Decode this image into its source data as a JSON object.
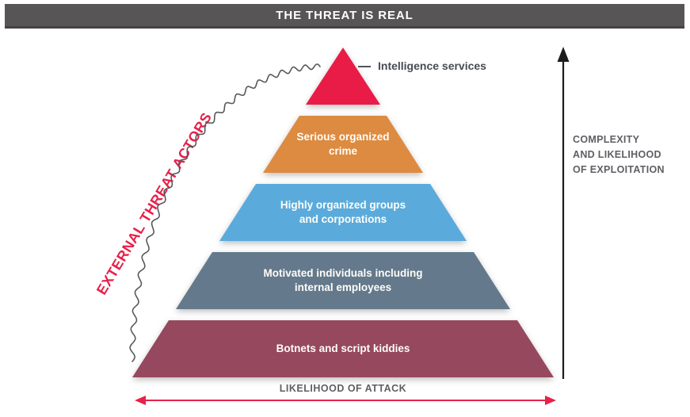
{
  "title_bar": {
    "title": "THE THREAT IS REAL",
    "background_color": "#575556",
    "text_color": "#ffffff"
  },
  "pyramid": {
    "layers": [
      {
        "name": "intelligence-services",
        "label": "Intelligence services",
        "color": "#e81c47",
        "label_placement": "callout-right"
      },
      {
        "name": "serious-organized-crime",
        "label": "Serious organized\ncrime",
        "color": "#dd8b41",
        "label_placement": "inside"
      },
      {
        "name": "highly-organized-groups",
        "label": "Highly organized groups\nand corporations",
        "color": "#5aabdc",
        "label_placement": "inside"
      },
      {
        "name": "motivated-individuals",
        "label": "Motivated individuals including\ninternal employees",
        "color": "#64798c",
        "label_placement": "inside"
      },
      {
        "name": "botnets-script-kiddies",
        "label": "Botnets and script kiddies",
        "color": "#96485e",
        "label_placement": "inside"
      }
    ]
  },
  "annotations": {
    "external_threat_actors": {
      "label": "EXTERNAL THREAT ACTORS",
      "color": "#e8204a",
      "style": "rotated-with-squiggle-brace"
    },
    "vertical_axis": {
      "label": "COMPLEXITY\nAND LIKELIHOOD\nOF EXPLOITATION",
      "direction": "up",
      "arrow_color": "#1c1c1c"
    },
    "horizontal_axis": {
      "label": "LIKELIHOOD OF ATTACK",
      "direction": "both",
      "arrow_color": "#e8204a"
    }
  },
  "icons": {
    "squiggle_line": "squiggle-brace-line",
    "up_arrow": "up-arrow-icon",
    "double_arrow": "left-right-arrow-icon",
    "callout_dash": "callout-dash-line"
  }
}
